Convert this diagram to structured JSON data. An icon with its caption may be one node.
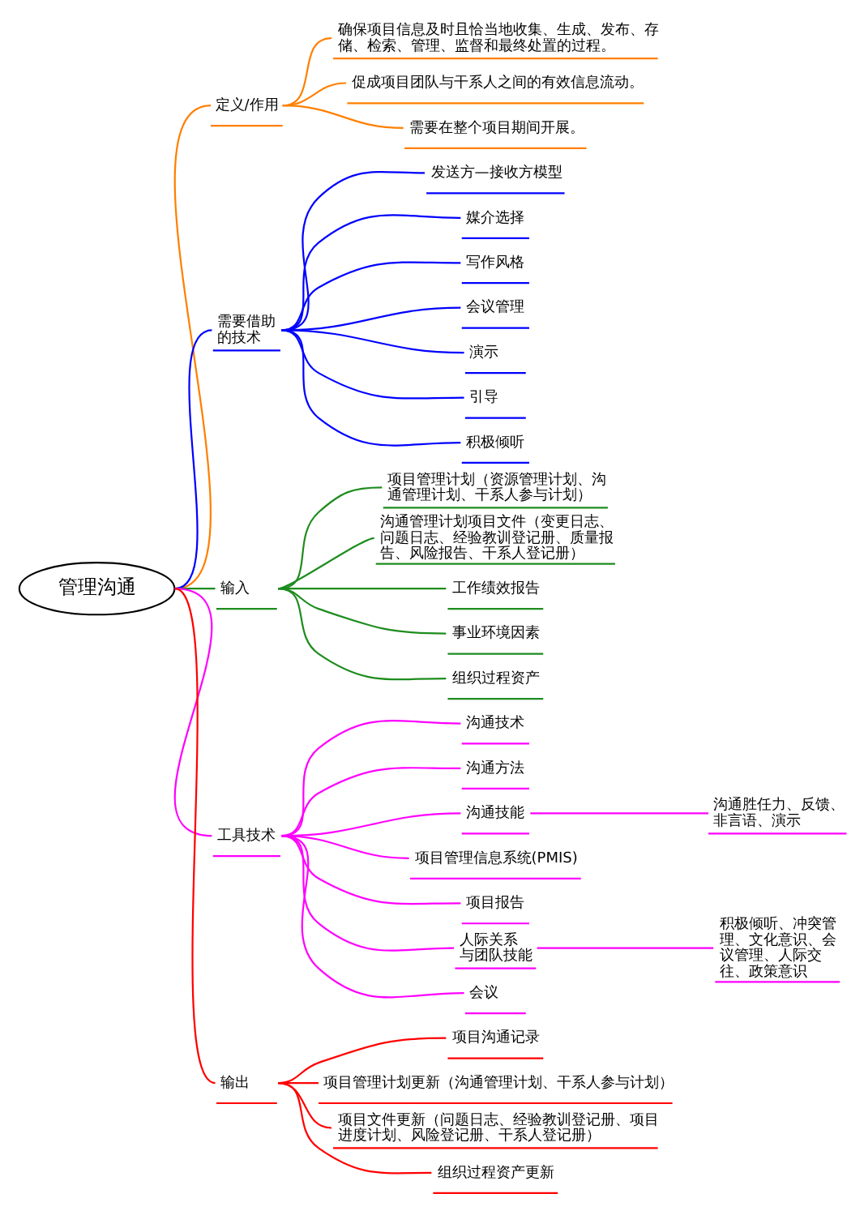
{
  "diagram": {
    "nodes": [
      {
        "text": [
          "管理沟通"
        ]
      },
      {
        "text": [
          "定义/作用"
        ]
      },
      {
        "text": [
          "确保项目信息及时且恰当地收集、生成、发布、存储、检索、管理、监督和最终处置的过程。"
        ]
      },
      {
        "text": [
          "促成项目团队与干系人之间的有效信息流动。"
        ]
      },
      {
        "text": [
          "需要在整个项目期间开展。"
        ]
      },
      {
        "text": [
          "需要借助的技术"
        ]
      },
      {
        "text": [
          "发送方—接收方模型"
        ]
      },
      {
        "text": [
          "媒介选择"
        ]
      },
      {
        "text": [
          "写作风格"
        ]
      },
      {
        "text": [
          "会议管理"
        ]
      },
      {
        "text": [
          "演示"
        ]
      },
      {
        "text": [
          "引导"
        ]
      },
      {
        "text": [
          "积极倾听"
        ]
      },
      {
        "text": [
          "输入"
        ]
      },
      {
        "text": [
          "项目管理计划（资源管理计划、沟通管理计划、干系人参与计划）"
        ]
      },
      {
        "text": [
          "沟通管理计划项目文件（变更日志、问题日志、经验教训登记册、质量报告、风险报告、干系人登记册）"
        ]
      },
      {
        "text": [
          "工作绩效报告"
        ]
      },
      {
        "text": [
          "事业环境因素"
        ]
      },
      {
        "text": [
          "组织过程资产"
        ]
      },
      {
        "text": [
          "工具技术"
        ]
      },
      {
        "text": [
          "沟通技术"
        ]
      },
      {
        "text": [
          "沟通方法"
        ]
      },
      {
        "text": [
          "沟通技能"
        ]
      },
      {
        "text": [
          "沟通胜任力、反馈、非言语、演示"
        ]
      },
      {
        "text": [
          "项目管理信息系统(PMIS)"
        ]
      },
      {
        "text": [
          "项目报告"
        ]
      },
      {
        "text": [
          "人际关系与团队技能"
        ]
      },
      {
        "text": [
          "积极倾听、冲突管理、文化意识、会议管理、人际交往、政策意识"
        ]
      },
      {
        "text": [
          "会议"
        ]
      },
      {
        "text": [
          "输出"
        ]
      },
      {
        "text": [
          "项目沟通记录"
        ]
      },
      {
        "text": [
          "项目管理计划更新（沟通管理计划、干系人参与计划）"
        ]
      },
      {
        "text": [
          "项目文件更新（问题日志、经验教训登记册、项目进度计划、风险登记册、干系人登记册）"
        ]
      },
      {
        "text": [
          "组织过程资产更新"
        ]
      }
    ],
    "edges": [
      {
        "from": 0,
        "to": 1,
        "arrow": "none",
        "color": "#ff7f00"
      },
      {
        "from": 1,
        "to": 2,
        "arrow": "none",
        "color": "#ff7f00"
      },
      {
        "from": 1,
        "to": 3,
        "arrow": "none",
        "color": "#ff7f00"
      },
      {
        "from": 1,
        "to": 4,
        "arrow": "none",
        "color": "#ff7f00"
      },
      {
        "from": 0,
        "to": 5,
        "arrow": "none",
        "color": "#0000ff"
      },
      {
        "from": 5,
        "to": 6,
        "arrow": "none",
        "color": "#0000ff"
      },
      {
        "from": 5,
        "to": 7,
        "arrow": "none",
        "color": "#0000ff"
      },
      {
        "from": 5,
        "to": 8,
        "arrow": "none",
        "color": "#0000ff"
      },
      {
        "from": 5,
        "to": 9,
        "arrow": "none",
        "color": "#0000ff"
      },
      {
        "from": 5,
        "to": 10,
        "arrow": "none",
        "color": "#0000ff"
      },
      {
        "from": 5,
        "to": 11,
        "arrow": "none",
        "color": "#0000ff"
      },
      {
        "from": 5,
        "to": 12,
        "arrow": "none",
        "color": "#0000ff"
      },
      {
        "from": 0,
        "to": 13,
        "arrow": "none",
        "color": "#1e8c1e"
      },
      {
        "from": 13,
        "to": 14,
        "arrow": "none",
        "color": "#1e8c1e"
      },
      {
        "from": 13,
        "to": 15,
        "arrow": "none",
        "color": "#1e8c1e"
      },
      {
        "from": 13,
        "to": 16,
        "arrow": "none",
        "color": "#1e8c1e"
      },
      {
        "from": 13,
        "to": 17,
        "arrow": "none",
        "color": "#1e8c1e"
      },
      {
        "from": 13,
        "to": 18,
        "arrow": "none",
        "color": "#1e8c1e"
      },
      {
        "from": 0,
        "to": 19,
        "arrow": "none",
        "color": "#ff00ff"
      },
      {
        "from": 19,
        "to": 20,
        "arrow": "none",
        "color": "#ff00ff"
      },
      {
        "from": 19,
        "to": 21,
        "arrow": "none",
        "color": "#ff00ff"
      },
      {
        "from": 19,
        "to": 22,
        "arrow": "none",
        "color": "#ff00ff"
      },
      {
        "from": 22,
        "to": 23,
        "arrow": "none",
        "color": "#ff00ff"
      },
      {
        "from": 19,
        "to": 24,
        "arrow": "none",
        "color": "#ff00ff"
      },
      {
        "from": 19,
        "to": 25,
        "arrow": "none",
        "color": "#ff00ff"
      },
      {
        "from": 19,
        "to": 26,
        "arrow": "none",
        "color": "#ff00ff"
      },
      {
        "from": 26,
        "to": 27,
        "arrow": "none",
        "color": "#ff00ff"
      },
      {
        "from": 19,
        "to": 28,
        "arrow": "none",
        "color": "#ff00ff"
      },
      {
        "from": 0,
        "to": 29,
        "arrow": "none",
        "color": "#ff0000"
      },
      {
        "from": 29,
        "to": 30,
        "arrow": "none",
        "color": "#ff0000"
      },
      {
        "from": 29,
        "to": 31,
        "arrow": "none",
        "color": "#ff0000"
      },
      {
        "from": 29,
        "to": 32,
        "arrow": "none",
        "color": "#ff0000"
      },
      {
        "from": 29,
        "to": 33,
        "arrow": "none",
        "color": "#ff0000"
      }
    ]
  }
}
